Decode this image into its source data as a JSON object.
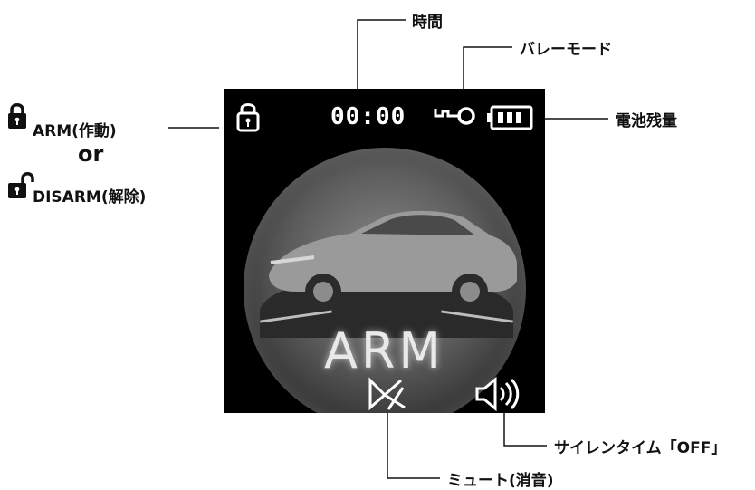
{
  "screen": {
    "clock": "00:00",
    "status": "ARM"
  },
  "callouts": {
    "time": "時間",
    "valet_mode": "バレーモード",
    "battery": "電池残量",
    "arm": "ARM(作動)",
    "or": "or",
    "disarm": "DISARM(解除)",
    "siren_time": "サイレンタイム「OFF」",
    "mute": "ミュート(消音)"
  },
  "colors": {
    "screen_bg": "#000000",
    "line": "#111111"
  }
}
